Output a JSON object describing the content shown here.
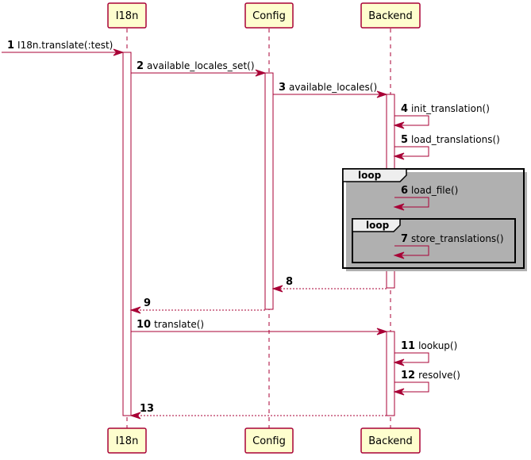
{
  "diagram": {
    "participants": [
      {
        "id": "i18n",
        "label": "I18n"
      },
      {
        "id": "config",
        "label": "Config"
      },
      {
        "id": "backend",
        "label": "Backend"
      }
    ],
    "messages": [
      {
        "num": "1",
        "text": "I18n.translate(:test)",
        "from": "external",
        "to": "i18n",
        "kind": "sync"
      },
      {
        "num": "2",
        "text": "available_locales_set()",
        "from": "i18n",
        "to": "config",
        "kind": "sync"
      },
      {
        "num": "3",
        "text": "available_locales()",
        "from": "config",
        "to": "backend",
        "kind": "sync"
      },
      {
        "num": "4",
        "text": "init_translation()",
        "from": "backend",
        "to": "backend",
        "kind": "self"
      },
      {
        "num": "5",
        "text": "load_translations()",
        "from": "backend",
        "to": "backend",
        "kind": "self"
      },
      {
        "num": "6",
        "text": "load_file()",
        "from": "backend",
        "to": "backend",
        "kind": "self"
      },
      {
        "num": "7",
        "text": "store_translations()",
        "from": "backend",
        "to": "backend",
        "kind": "self"
      },
      {
        "num": "8",
        "text": "",
        "from": "backend",
        "to": "config",
        "kind": "return"
      },
      {
        "num": "9",
        "text": "",
        "from": "config",
        "to": "i18n",
        "kind": "return"
      },
      {
        "num": "10",
        "text": "translate()",
        "from": "i18n",
        "to": "backend",
        "kind": "sync"
      },
      {
        "num": "11",
        "text": "lookup()",
        "from": "backend",
        "to": "backend",
        "kind": "self"
      },
      {
        "num": "12",
        "text": "resolve()",
        "from": "backend",
        "to": "backend",
        "kind": "self"
      },
      {
        "num": "13",
        "text": "",
        "from": "backend",
        "to": "i18n",
        "kind": "return"
      }
    ],
    "frames": [
      {
        "label": "loop"
      },
      {
        "label": "loop"
      }
    ],
    "colors": {
      "line": "#A80036",
      "participant_fill": "#FEFECE",
      "frame_tab_fill": "#EEEEEE"
    }
  }
}
